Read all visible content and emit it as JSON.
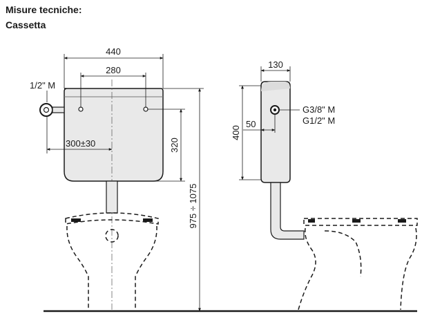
{
  "header": {
    "title": "Misure tecniche:",
    "subtitle": "Cassetta"
  },
  "dimensions": {
    "width_total": "440",
    "holes_spacing": "280",
    "inlet_thread_front": "1/2\" M",
    "wall_offset": "300±30",
    "holes_height": "320",
    "installation_height": "975 ÷ 1075",
    "depth": "130",
    "tank_height": "400",
    "inlet_offset": "50",
    "inlet_thread_side_1": "G3/8\" M",
    "inlet_thread_side_2": "G1/2\" M"
  }
}
